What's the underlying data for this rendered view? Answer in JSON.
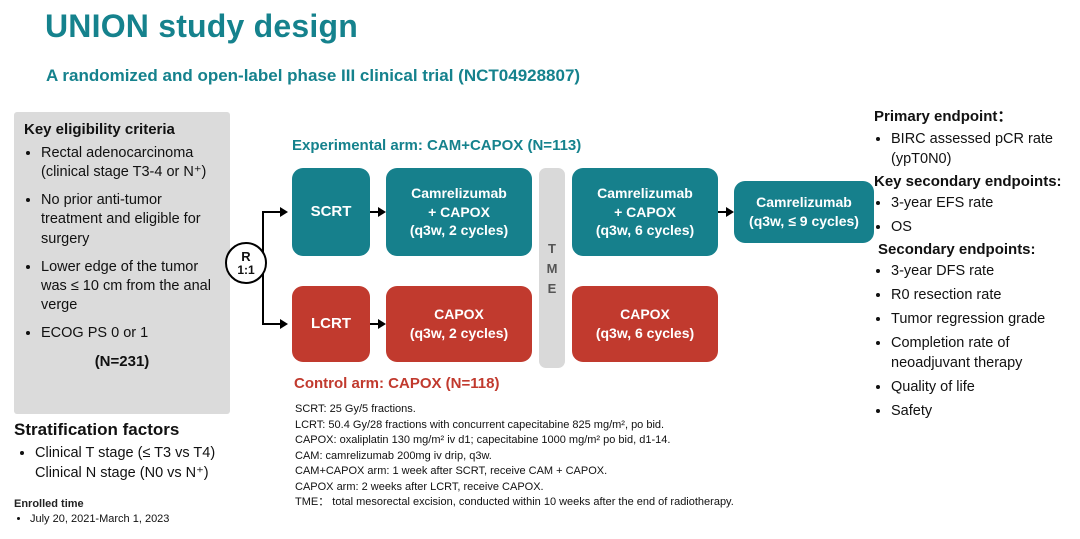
{
  "title": "UNION study design",
  "subtitle": "A randomized and open-label phase III clinical trial (NCT04928807)",
  "colors": {
    "teal": "#15828D",
    "red": "#C13A2E",
    "panel_gray": "#DBDBDB",
    "tme_gray": "#D9D9D9"
  },
  "eligibility": {
    "heading": "Key eligibility criteria",
    "items": [
      "Rectal adenocarcinoma (clinical stage T3-4 or N⁺)",
      "No prior anti-tumor treatment and eligible for surgery",
      "Lower edge of the tumor was ≤ 10 cm from the anal verge",
      "ECOG PS 0 or 1"
    ],
    "n_label": "(N=231)"
  },
  "stratification": {
    "heading": "Stratification factors",
    "line1": "Clinical T stage (≤ T3 vs T4)",
    "line2": "Clinical N stage (N0 vs N⁺)"
  },
  "enrolled": {
    "heading": "Enrolled time",
    "item": "July 20, 2021-March 1, 2023"
  },
  "flow": {
    "experimental_label": "Experimental arm: CAM+CAPOX (N=113)",
    "control_label": "Control arm: CAPOX (N=118)",
    "randomization": {
      "letter": "R",
      "ratio": "1:1"
    },
    "boxes": {
      "scrt": "SCRT",
      "cam_capox_2": "Camrelizumab\n+ CAPOX\n(q3w, 2 cycles)",
      "cam_capox_6": "Camrelizumab\n+ CAPOX\n(q3w, 6 cycles)",
      "cam_9": "Camrelizumab\n(q3w, ≤ 9 cycles)",
      "lcrt": "LCRT",
      "capox_2": "CAPOX\n(q3w, 2 cycles)",
      "capox_6": "CAPOX\n(q3w, 6 cycles)"
    },
    "tme": {
      "letters": [
        "T",
        "M",
        "E"
      ]
    }
  },
  "footnotes": [
    "SCRT: 25 Gy/5 fractions.",
    "LCRT: 50.4 Gy/28 fractions with concurrent capecitabine 825 mg/m², po bid.",
    "CAPOX: oxaliplatin 130 mg/m² iv d1; capecitabine 1000 mg/m² po bid, d1-14.",
    "CAM: camrelizumab 200mg iv drip, q3w.",
    "CAM+CAPOX arm: 1 week after SCRT, receive CAM + CAPOX.",
    "CAPOX arm: 2 weeks after LCRT, receive CAPOX.",
    "TME： total mesorectal excision, conducted within 10 weeks after the end of radiotherapy."
  ],
  "endpoints": {
    "primary": {
      "heading": "Primary endpoint：",
      "items": [
        "BIRC assessed pCR rate (ypT0N0)"
      ]
    },
    "key_secondary": {
      "heading": "Key secondary endpoints:",
      "items": [
        "3-year EFS rate",
        "OS"
      ]
    },
    "secondary": {
      "heading": "Secondary endpoints:",
      "items": [
        "3-year DFS rate",
        "R0 resection rate",
        "Tumor regression grade",
        "Completion rate of neoadjuvant therapy",
        "Quality of life",
        "Safety"
      ]
    }
  }
}
